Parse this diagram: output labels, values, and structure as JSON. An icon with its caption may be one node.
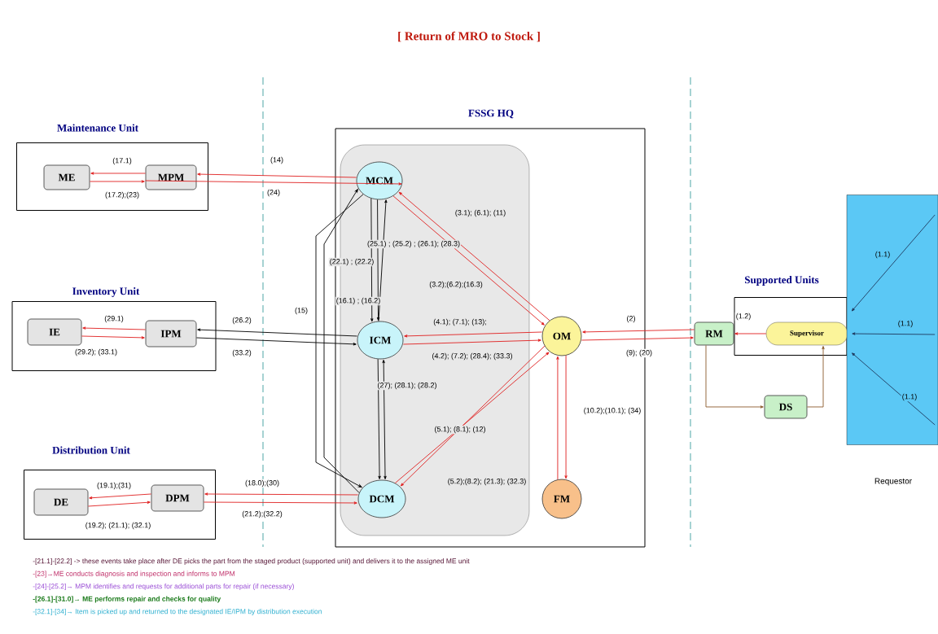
{
  "diagram": {
    "title": "[ Return of MRO to Stock ]",
    "nodes": [
      {
        "text": [
          "Maintenance Unit"
        ]
      },
      {
        "text": [
          "ME"
        ],
        "in": 0
      },
      {
        "text": [
          "MPM"
        ],
        "in": 0
      },
      {
        "text": [
          "Inventory Unit"
        ]
      },
      {
        "text": [
          "IE"
        ],
        "in": 3
      },
      {
        "text": [
          "IPM"
        ],
        "in": 3
      },
      {
        "text": [
          "Distribution Unit"
        ]
      },
      {
        "text": [
          "DE"
        ],
        "in": 6
      },
      {
        "text": [
          "DPM"
        ],
        "in": 6
      },
      {
        "text": [
          "FSSG HQ"
        ]
      },
      {
        "text": [],
        "shape": "box",
        "in": 9
      },
      {
        "text": [
          "MCM"
        ],
        "in": 10
      },
      {
        "text": [
          "ICM"
        ],
        "in": 10
      },
      {
        "text": [
          "DCM"
        ],
        "in": 10
      },
      {
        "text": [
          "OM"
        ],
        "in": 9
      },
      {
        "text": [
          "FM"
        ],
        "in": 9
      },
      {
        "text": [
          "Supported Units"
        ]
      },
      {
        "text": [
          "RM"
        ]
      },
      {
        "text": [
          "Supervisor"
        ],
        "in": 16
      },
      {
        "text": [
          "DS"
        ]
      },
      {
        "text": [
          "Requestor"
        ]
      }
    ],
    "edges": [
      {
        "from": 2,
        "to": 1,
        "arrow": "to",
        "label": "(17.1)"
      },
      {
        "from": 1,
        "to": 2,
        "arrow": "to",
        "label": "(17.2);(23)"
      },
      {
        "from": 11,
        "to": 2,
        "arrow": "to",
        "label": "(14)"
      },
      {
        "from": 2,
        "to": 11,
        "arrow": "to",
        "label": "(24)"
      },
      {
        "from": 12,
        "to": 5,
        "arrow": "to",
        "label": "(26.2)",
        "color": "#000000"
      },
      {
        "from": 5,
        "to": 12,
        "arrow": "to",
        "label": "(33.2)",
        "color": "#000000"
      },
      {
        "from": 5,
        "to": 4,
        "arrow": "to",
        "label": "(29.1)"
      },
      {
        "from": 4,
        "to": 5,
        "arrow": "to",
        "label": "(29.2); (33.1)"
      },
      {
        "from": 13,
        "to": 8,
        "arrow": "to",
        "label": "(18.0);(30)"
      },
      {
        "from": 8,
        "to": 13,
        "arrow": "to",
        "label": "(21.2);(32.2)"
      },
      {
        "from": 8,
        "to": 7,
        "arrow": "to",
        "label": "(19.1);(31)"
      },
      {
        "from": 7,
        "to": 8,
        "arrow": "to",
        "label": "(19.2); (21.1); (32.1)"
      },
      {
        "from": 11,
        "to": 12,
        "arrow": "to",
        "label": "(22.1) ; (22.2)",
        "color": "#000000"
      },
      {
        "from": 11,
        "to": 12,
        "arrow": "to",
        "label": "(16.1) ; (16.2)",
        "color": "#000000"
      },
      {
        "from": 12,
        "to": 11,
        "arrow": "to",
        "label": "(25.1) ; (25.2) ; (26.1); (28.3)",
        "color": "#000000"
      },
      {
        "from": 11,
        "to": 13,
        "arrow": "to",
        "label": "(15)",
        "color": "#000000"
      },
      {
        "from": 13,
        "to": 11,
        "arrow": "to",
        "color": "#000000"
      },
      {
        "from": 12,
        "to": 13,
        "arrow": "to",
        "label": "(27); (28.1); (28.2)",
        "color": "#000000"
      },
      {
        "from": 12,
        "to": 13,
        "arrow": "both",
        "color": "#000000"
      },
      {
        "from": 14,
        "to": 11,
        "arrow": "to",
        "label": "(3.1); (6.1); (11)"
      },
      {
        "from": 11,
        "to": 14,
        "arrow": "to",
        "label": "(3.2);(6.2);(16.3)"
      },
      {
        "from": 14,
        "to": 12,
        "arrow": "to",
        "label": "(4.1); (7.1); (13);"
      },
      {
        "from": 12,
        "to": 14,
        "arrow": "to",
        "label": "(4.2); (7.2); (28.4); (33.3)"
      },
      {
        "from": 13,
        "to": 14,
        "arrow": "to",
        "label": "(5.1); (8.1); (12)"
      },
      {
        "from": 14,
        "to": 13,
        "arrow": "to",
        "label": "(5.2);(8.2); (21.3); (32.3)"
      },
      {
        "from": 14,
        "to": 15,
        "arrow": "to",
        "label": "(10.2);(10.1); (34)"
      },
      {
        "from": 15,
        "to": 14,
        "arrow": "to"
      },
      {
        "from": 17,
        "to": 14,
        "arrow": "to",
        "label": "(2)"
      },
      {
        "from": 14,
        "to": 17,
        "arrow": "to",
        "label": "(9); (20)"
      },
      {
        "from": 18,
        "to": 17,
        "arrow": "to",
        "label": "(1.2)"
      },
      {
        "from": 17,
        "to": 19,
        "arrow": "to",
        "color": "#8b5a2b"
      },
      {
        "from": 19,
        "to": 18,
        "arrow": "to",
        "color": "#8b5a2b"
      },
      {
        "from": 20,
        "to": 16,
        "arrow": "to",
        "label": "(1.1)",
        "color": "#1f3a5f"
      },
      {
        "from": 20,
        "to": 16,
        "arrow": "to",
        "label": "(1.1)",
        "color": "#1f3a5f"
      },
      {
        "from": 20,
        "to": 16,
        "arrow": "to",
        "label": "(1.1)",
        "color": "#1f3a5f"
      }
    ],
    "labels": [
      "-[21.1]-[22.2] -> these events take place after DE picks the part from the staged product (supported unit) and delivers it to the assigned ME unit",
      "-[23]→ME conducts diagnosis and inspection and informs to MPM",
      "-[24]-[25.2]→ MPM identifies and requests for additional parts for repair (if necessary)",
      "-[26.1]-[31.0]→ ME performs repair and checks for quality",
      "-[32.1]-[34]→ Item is picked up and returned to the designated IE/IPM by distribution execution"
    ]
  }
}
